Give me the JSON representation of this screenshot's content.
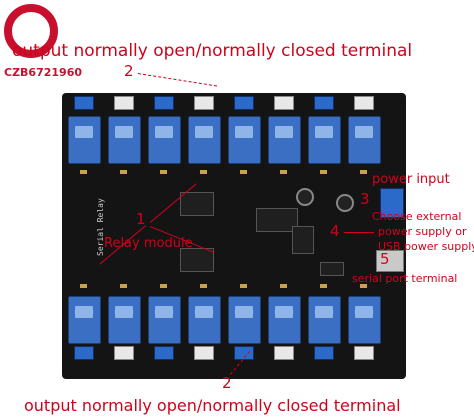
{
  "logo": {
    "text": "CZB6721960"
  },
  "captions": {
    "top": "output normally open/normally closed terminal",
    "bottom": "output normally open/normally closed terminal",
    "relay_module": "Relay module",
    "power_input": "power input",
    "choose_supply_line1": "Choose external",
    "choose_supply_line2": "power supply or",
    "choose_supply_line3": "USB power supply",
    "serial_port": "serial port terminal",
    "board_label": "Serial Relay"
  },
  "markers": {
    "top": "2",
    "bottom": "2",
    "relay": "1",
    "power": "3",
    "supply": "4",
    "serial": "5"
  },
  "relay_count_per_row": 8,
  "colors": {
    "caption": "#d0021b",
    "relay": "#3a6fc4",
    "board": "#141414",
    "logo": "#c8102e"
  }
}
